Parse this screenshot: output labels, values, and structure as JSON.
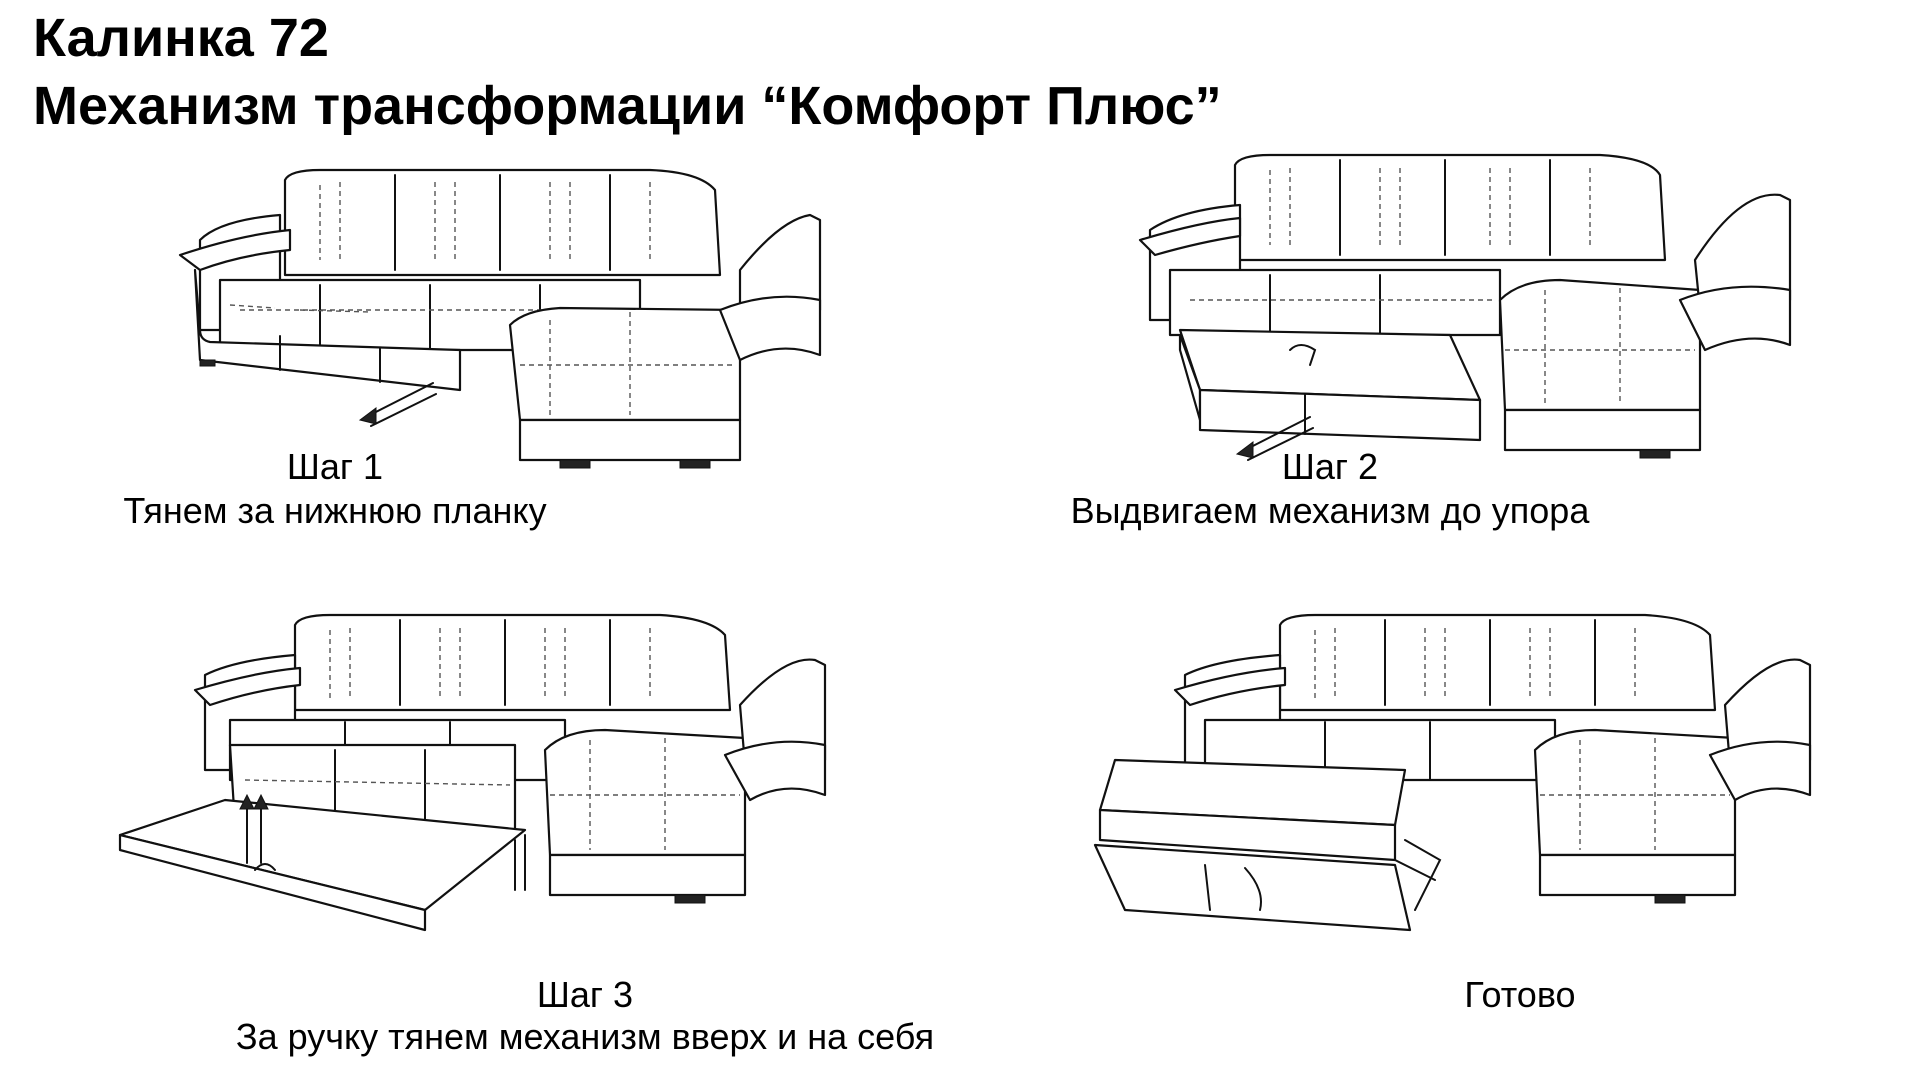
{
  "title": {
    "model": "Калинка 72",
    "mechanism": "Механизм трансформации “Комфорт Плюс”"
  },
  "steps": [
    {
      "step": "Шаг 1",
      "text": "Тянем за нижнюю планку"
    },
    {
      "step": "Шаг 2",
      "text": "Выдвигаем механизм до упора"
    },
    {
      "step": "Шаг 3",
      "text": "За ручку тянем механизм вверх и на себя"
    },
    {
      "step": "",
      "text": "Готово"
    }
  ],
  "colors": {
    "line": "#111111",
    "background": "#ffffff"
  },
  "icons": [
    "sofa-illustration",
    "pull-arrow-icon",
    "lift-arrow-icon"
  ]
}
